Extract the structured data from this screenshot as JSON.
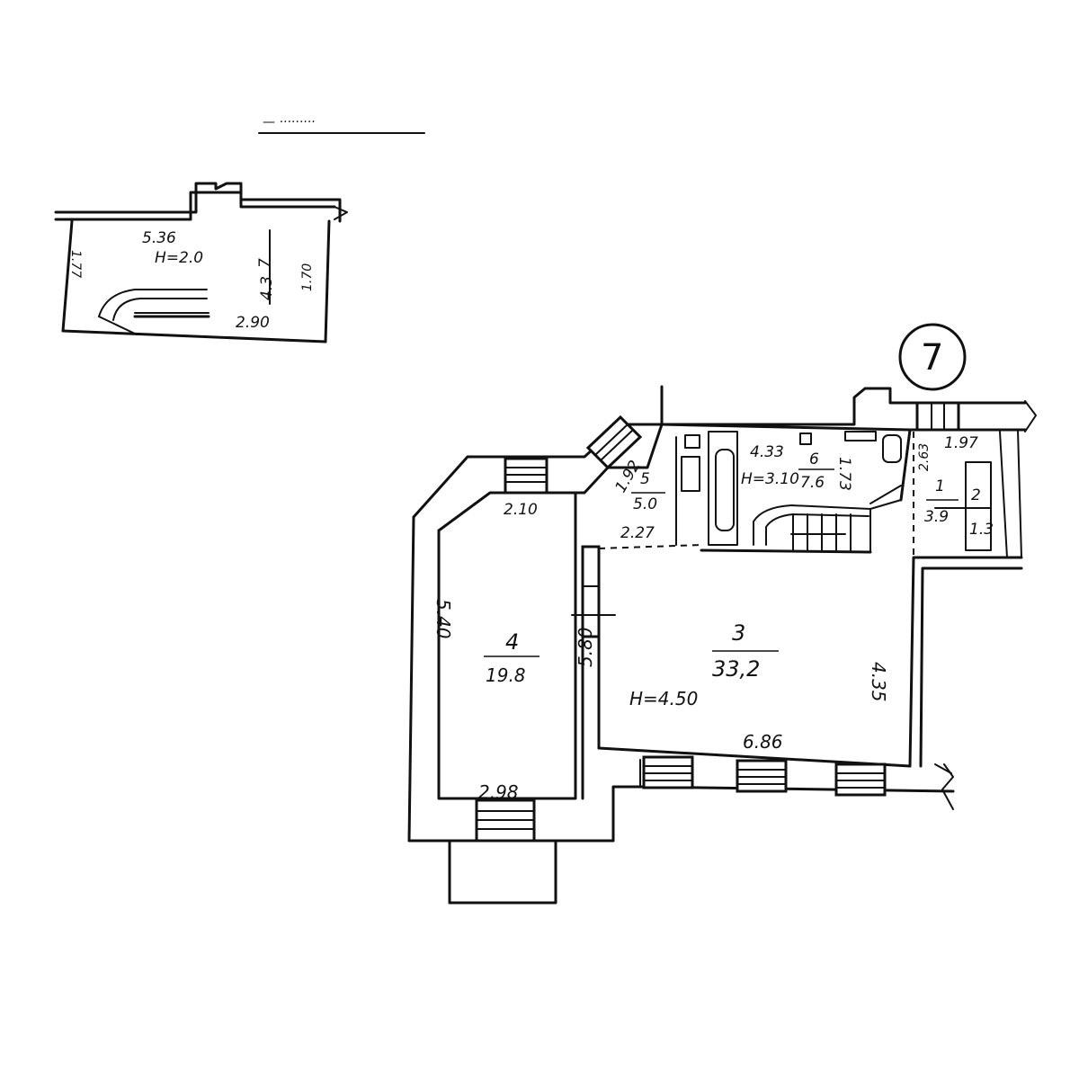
{
  "heading": "— ·········",
  "marker": "7",
  "rooms": {
    "room_3": {
      "number": "3",
      "area": "33,2",
      "height": "H=4.50"
    },
    "room_4": {
      "number": "4",
      "area": "19.8"
    },
    "room_5": {
      "number": "5",
      "area": "5.0"
    },
    "room_6": {
      "number": "6",
      "area": "7.6",
      "height": "H=3.10"
    },
    "room_1": {
      "number": "1",
      "area": "3.9"
    },
    "room_2": {
      "number": "2",
      "area": "1.3"
    },
    "annex": {
      "number": "7",
      "area": "4.3",
      "height": "H=2.0"
    }
  },
  "dimensions": {
    "d_686": "6.86",
    "d_435": "4.35",
    "d_580": "5.80",
    "d_540": "5.40",
    "d_298": "2.98",
    "d_210": "2.10",
    "d_227": "2.27",
    "d_192": "1.92",
    "d_433": "4.33",
    "d_173": "1.73",
    "d_263": "2.63",
    "d_197": "1.97",
    "annex_top": "5.36",
    "annex_bottom": "2.90",
    "annex_left": "1.77",
    "annex_right": "1.70"
  }
}
